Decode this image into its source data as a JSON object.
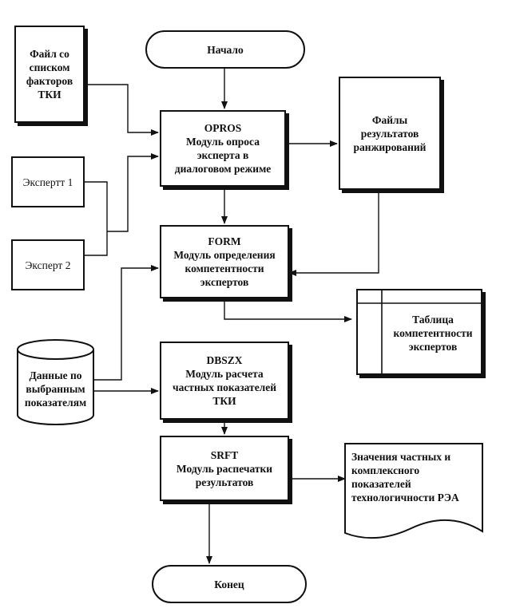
{
  "nodes": {
    "start": {
      "label": "Начало"
    },
    "end": {
      "label": "Конец"
    },
    "file_factors": {
      "lines": [
        "Файл со",
        "списком",
        "факторов",
        "ТКИ"
      ]
    },
    "expert1": {
      "label": "Экспертт 1"
    },
    "expert2": {
      "label": "Эксперт 2"
    },
    "opros": {
      "lines": [
        "OPROS",
        "Модуль опроса",
        "эксперта в",
        "диалоговом режиме"
      ]
    },
    "files_results": {
      "lines": [
        "Файлы",
        "результатов",
        "ранжирований"
      ]
    },
    "form": {
      "lines": [
        "FORM",
        "Модуль определения",
        "компетентности",
        "экспертов"
      ]
    },
    "table_competence": {
      "lines": [
        "Таблица",
        "компетентности",
        "экспертов"
      ]
    },
    "data_selected": {
      "lines": [
        "Данные по",
        "выбранным",
        "показателям"
      ]
    },
    "dbszx": {
      "lines": [
        "DBSZX",
        "Модуль расчета",
        "частных показателей",
        "ТКИ"
      ]
    },
    "srft": {
      "lines": [
        "SRFT",
        "Модуль распечатки",
        "результатов"
      ]
    },
    "values_doc": {
      "lines": [
        "Значения частных и",
        "комплексного",
        "показателей",
        "технологичности  РЭА"
      ]
    }
  }
}
